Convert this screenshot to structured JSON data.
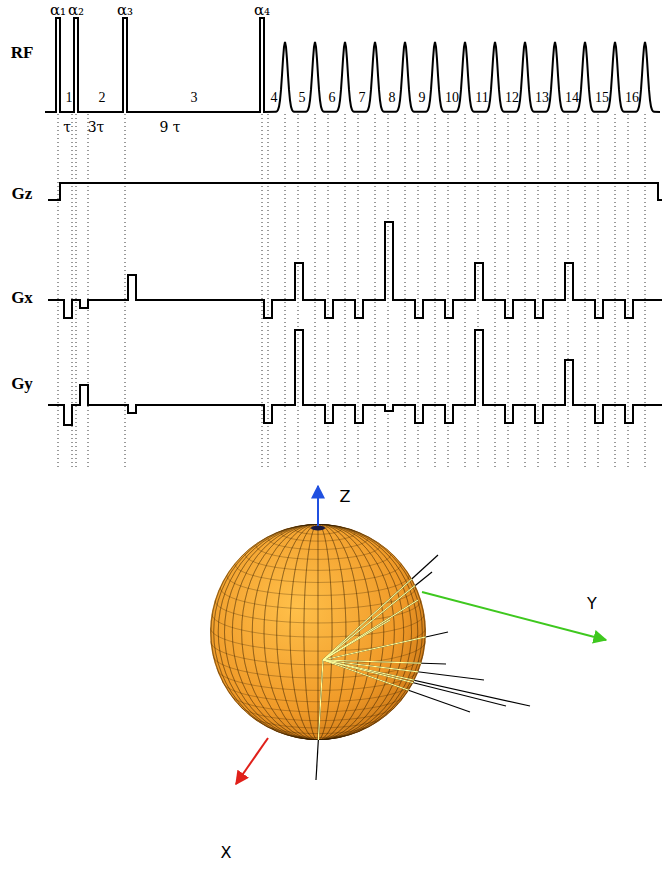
{
  "diagram": {
    "labels": [
      "α₁",
      "α₂",
      "α₃",
      "α₄",
      "1",
      "2",
      "3",
      "4",
      "5",
      "6",
      "7",
      "8",
      "9",
      "10",
      "11",
      "12",
      "13",
      "14",
      "15",
      "16",
      "τ",
      "3τ",
      "9 τ",
      "RF",
      "Gz",
      "Gx",
      "Gy",
      "Z",
      "Y",
      "X"
    ]
  }
}
